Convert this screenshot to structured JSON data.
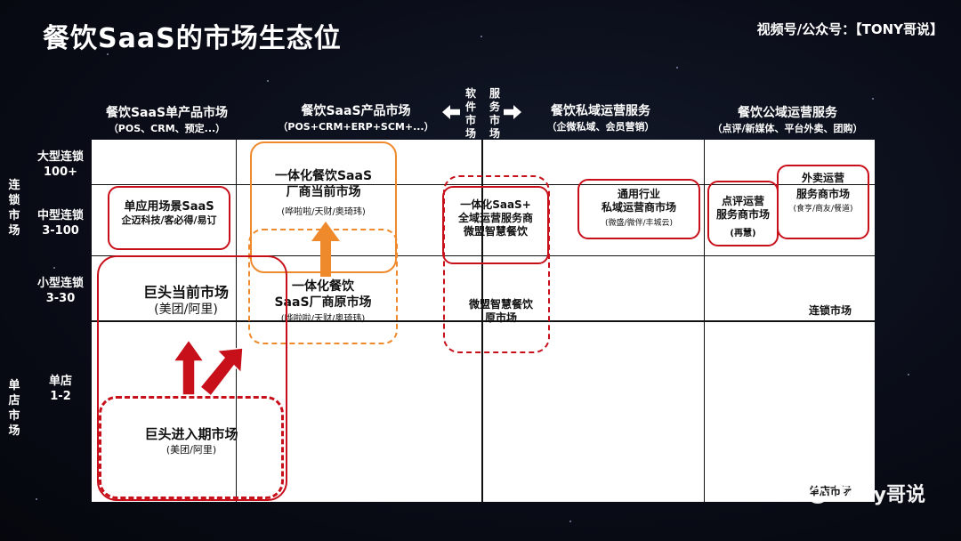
{
  "title": "餐饮SaaS的市场生态位",
  "brand": "视频号/公众号：【TONY哥说】",
  "columns": [
    {
      "label": "餐饮SaaS单产品市场",
      "sub": "（POS、CRM、预定...）"
    },
    {
      "label": "餐饮SaaS产品市场",
      "sub": "（POS+CRM+ERP+SCM+...）"
    },
    {
      "label": "餐饮私域运营服务",
      "sub": "（企微私域、会员营销）"
    },
    {
      "label": "餐饮公域运营服务",
      "sub": "（点评/新媒体、平台外卖、团购）"
    }
  ],
  "middle": {
    "left": "软件市场",
    "right": "服务市场"
  },
  "rows": [
    {
      "label": "大型连锁",
      "range": "100+"
    },
    {
      "label": "中型连锁",
      "range": "3-100"
    },
    {
      "label": "小型连锁",
      "range": "3-30"
    },
    {
      "label": "单店",
      "range": "1-2"
    }
  ],
  "side": {
    "chain": "连锁市场",
    "single": "单店市场"
  },
  "boxes": {
    "single_app": {
      "title": "单应用场景SaaS",
      "sub": "企迈科技/客必得/易订"
    },
    "integrated_current": {
      "title": "一体化餐饮SaaS\n厂商当前市场",
      "sub": "(哗啦啦/天财/奥琦玮)"
    },
    "integrated_origin": {
      "title": "一体化餐饮\nSaaS厂商原市场",
      "sub": "(哗啦啦/天财/奥琦玮)"
    },
    "giant_current": {
      "title": "巨头当前市场",
      "sub": "(美团/阿里)"
    },
    "giant_entry": {
      "title": "巨头进入期市场",
      "sub": "(美团/阿里)"
    },
    "full_domain": {
      "title": "一体化SaaS+\n全域运营服务商\n微盟智慧餐饮"
    },
    "weimob_origin": {
      "title": "微盟智慧餐饮\n原市场"
    },
    "private_ops": {
      "title": "通用行业\n私域运营商市场",
      "sub": "(微盛/微伴/丰城云)"
    },
    "review_ops": {
      "title": "点评运营\n服务商市场",
      "sub": "(再慧)"
    },
    "delivery_ops": {
      "title": "外卖运营\n服务商市场",
      "sub": "(食亨/商友/餐道)"
    }
  },
  "board_labels": {
    "chain_market": "连锁市场",
    "single_market": "单店市场"
  },
  "watermark": "Tony哥说",
  "colors": {
    "red": "#c8101b",
    "orange": "#ef8a2c"
  }
}
